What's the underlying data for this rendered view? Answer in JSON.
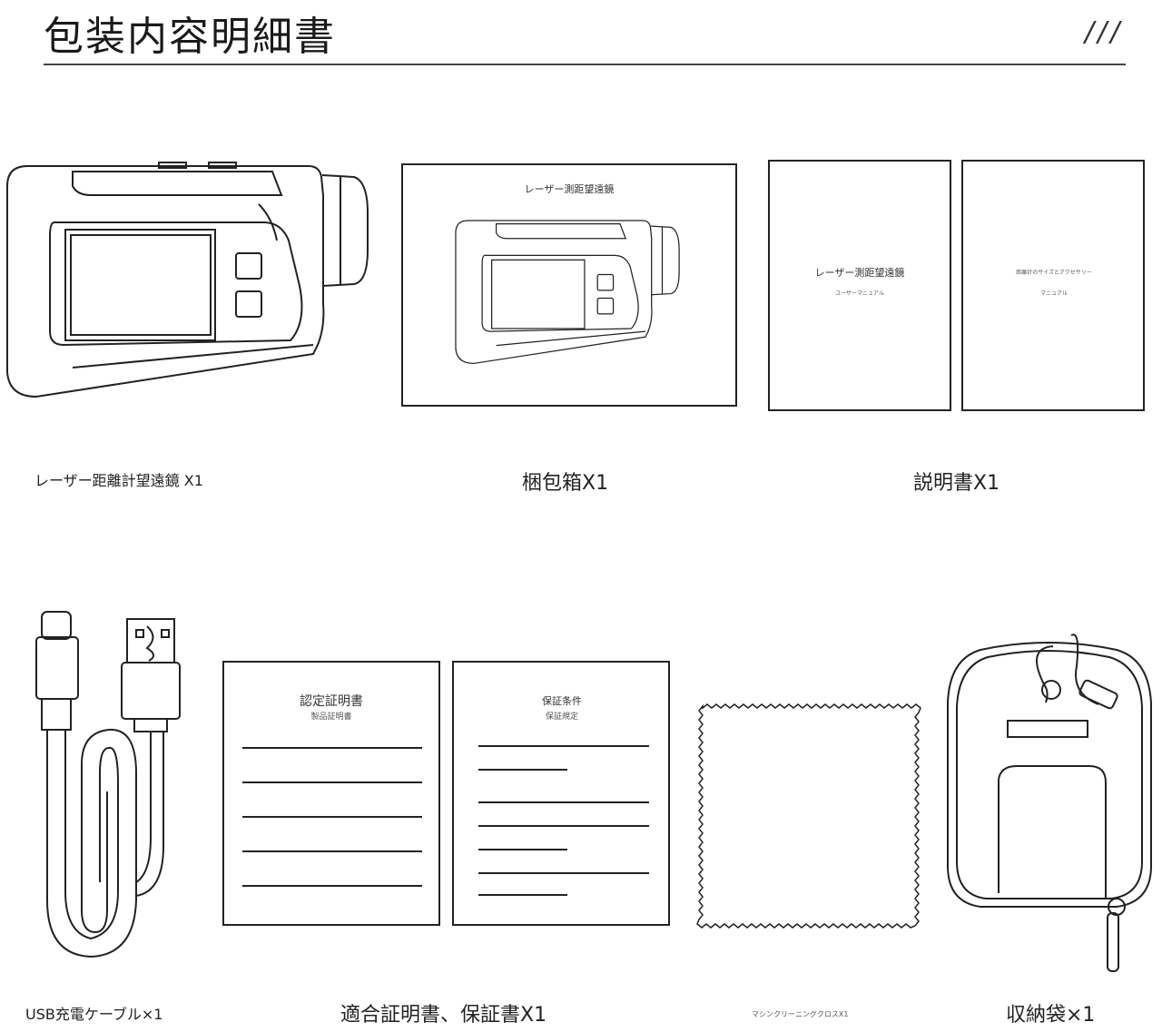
{
  "header": {
    "title": "包装内容明細書",
    "decoration": "///"
  },
  "items": [
    {
      "caption": "レーザー距離計望遠鏡 X1",
      "icon": "rangefinder-icon"
    },
    {
      "caption": "梱包箱X1",
      "icon": "packing-box-icon",
      "box_label": "レーザー測距望遠鏡"
    },
    {
      "caption": "説明書X1",
      "icon": "manual-icon",
      "manual_left_title": "レーザー測距望遠鏡",
      "manual_left_sub": "ユーザーマニュアル",
      "manual_right_title": "距離計のサイズとアクセサリー",
      "manual_right_sub": "マニュアル"
    },
    {
      "caption": "USB充電ケーブル×1",
      "icon": "usb-cable-icon"
    },
    {
      "caption": "適合証明書、保証書X1",
      "icon": "certificate-icon",
      "cert_title": "認定証明書",
      "cert_sub": "製品証明書",
      "warranty_title": "保証条件",
      "warranty_sub": "保証規定"
    },
    {
      "caption": "マシンクリーニングクロスX1",
      "icon": "cleaning-cloth-icon"
    },
    {
      "caption": "収納袋×1",
      "icon": "storage-pouch-icon"
    }
  ]
}
